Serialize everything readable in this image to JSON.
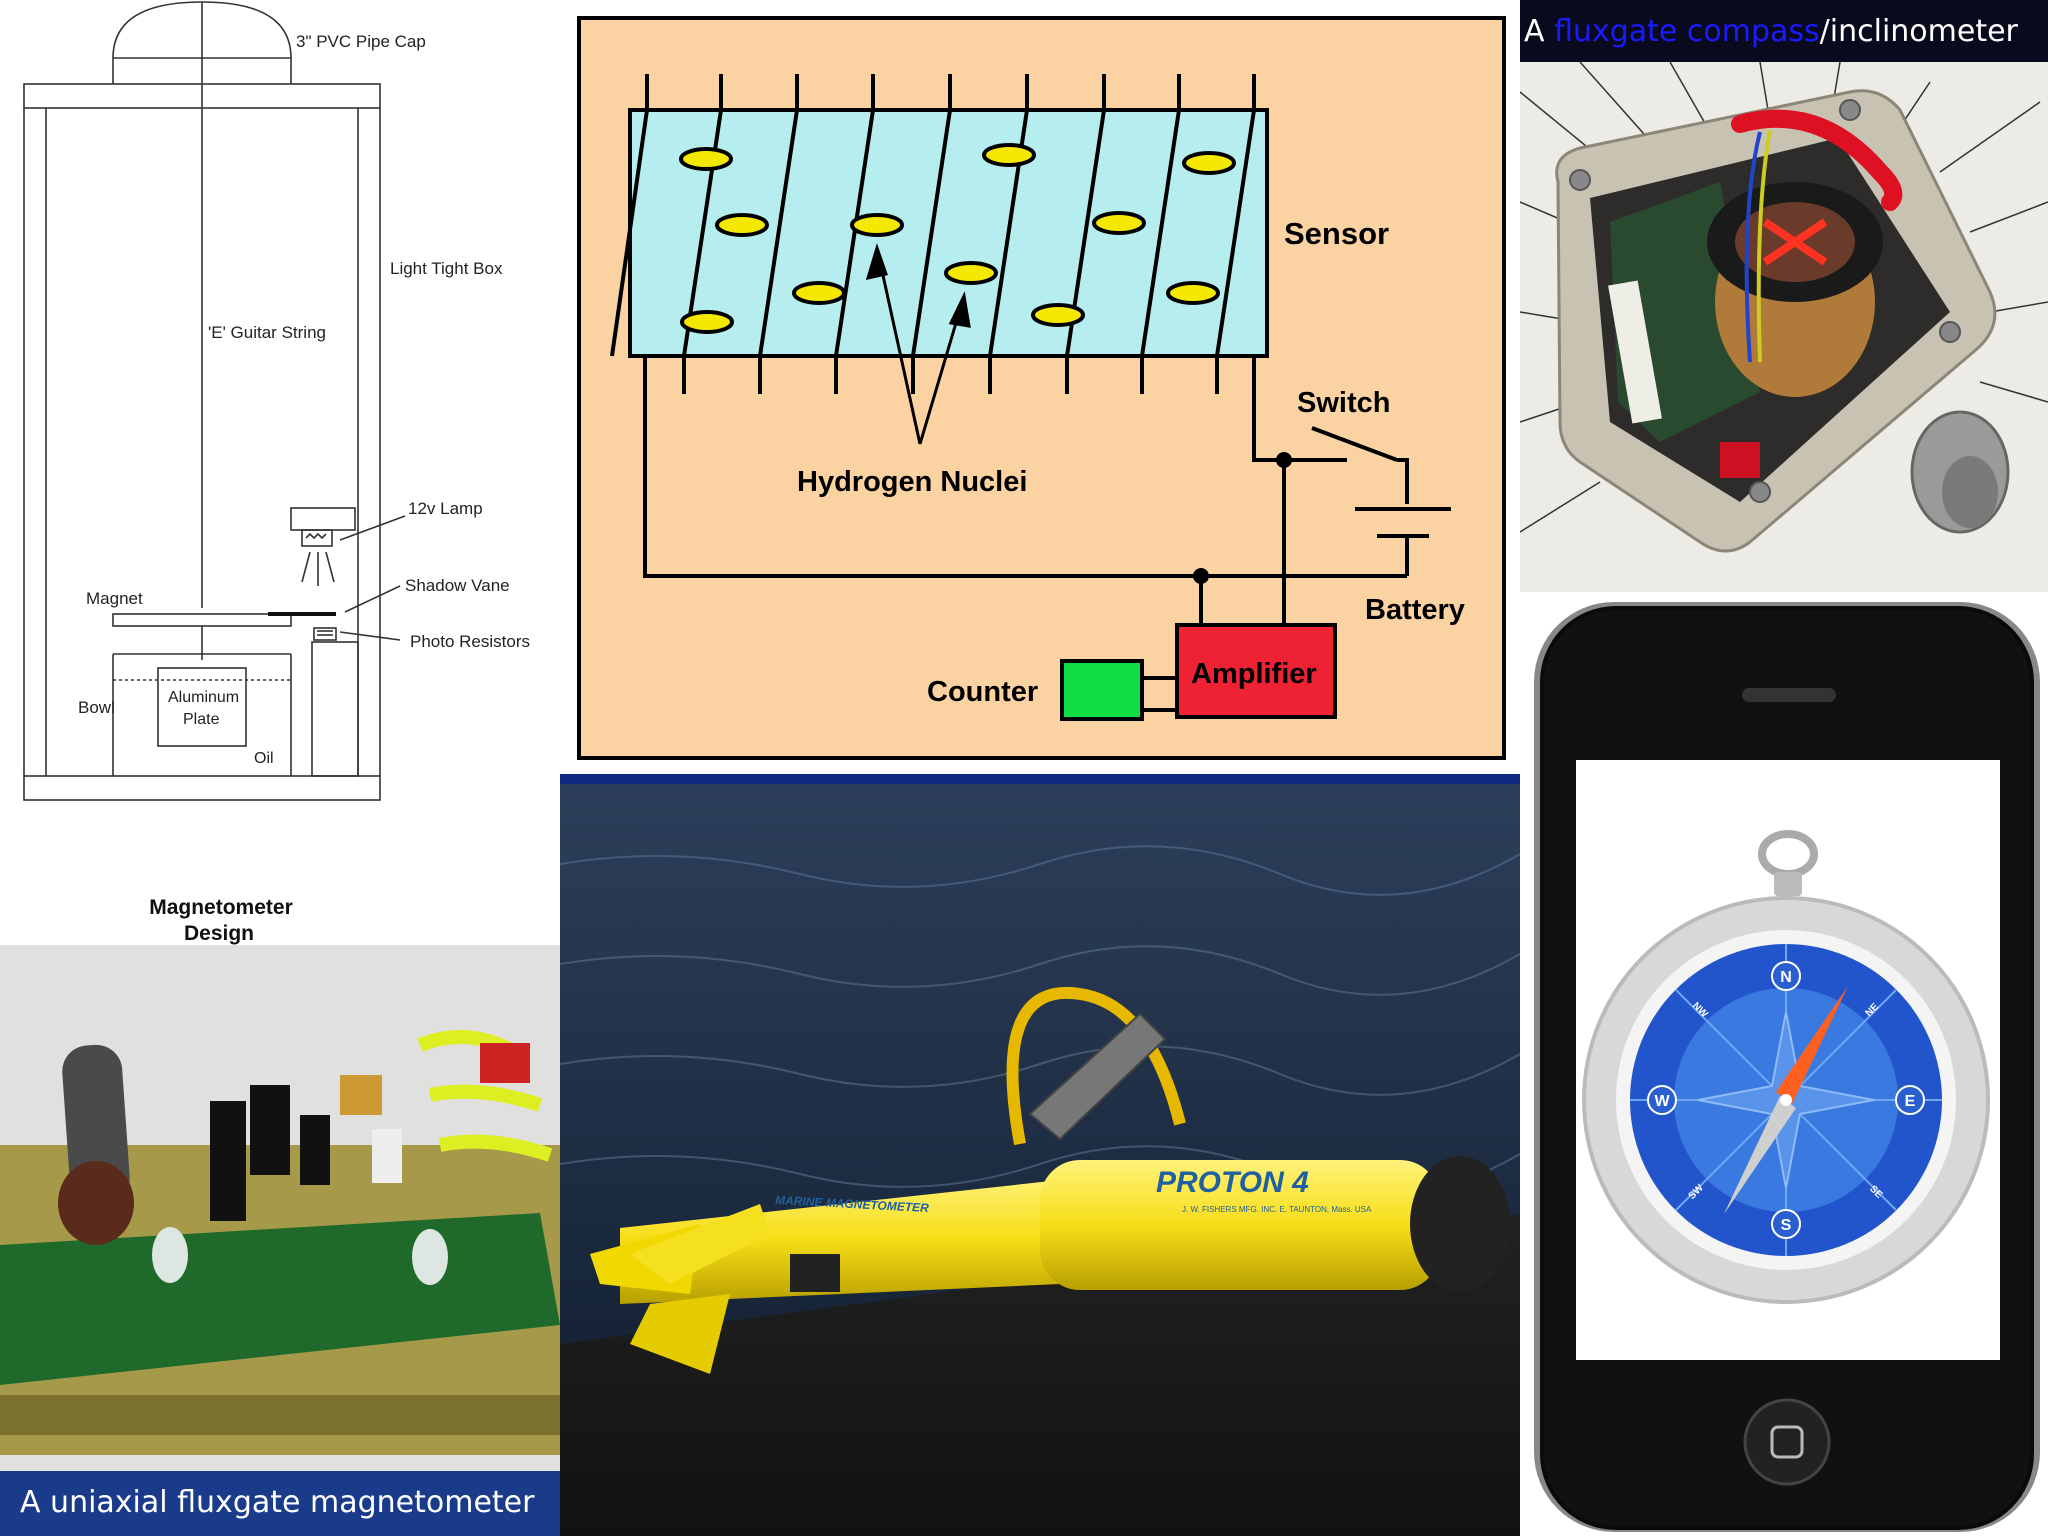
{
  "captions": {
    "compass_prefix": "A ",
    "compass_link": "fluxgate compass",
    "compass_suffix": "/inclinometer",
    "uniaxial": "A uniaxial fluxgate magnetometer"
  },
  "colors": {
    "link": "#1a1aff",
    "caption_bg_dark": "#0a0a1e",
    "caption_bg_blue": "#1a3a8a",
    "diagram_bg": "#fbd3a3",
    "sensor_fill": "#b6eef0",
    "nucleus": "#f5e800",
    "amplifier": "#ee2233",
    "counter": "#11dd44"
  },
  "magnetometer_design": {
    "labels": {
      "pipe_cap": "3\" PVC Pipe Cap",
      "light_tight_box": "Light Tight Box",
      "guitar_string": "'E' Guitar String",
      "lamp": "12v Lamp",
      "magnet": "Magnet",
      "shadow_vane": "Shadow Vane",
      "photo_resistors": "Photo Resistors",
      "bowl": "Bowl",
      "aluminum_1": "Aluminum",
      "aluminum_2": "Plate",
      "oil": "Oil"
    },
    "title_1": "Magnetometer",
    "title_2": "Design"
  },
  "proton_diagram": {
    "sensor": "Sensor",
    "switch": "Switch",
    "hydrogen_nuclei": "Hydrogen Nuclei",
    "battery": "Battery",
    "amplifier": "Amplifier",
    "counter": "Counter"
  },
  "marine_photo": {
    "brand": "PROTON 4",
    "subtitle": "J. W. FISHERS MFG. INC. E. TAUNTON, Mass. USA",
    "body_text": "MARINE MAGNETOMETER"
  },
  "compass_icon": {
    "north": "N",
    "south": "S",
    "east": "E",
    "west": "W",
    "nw": "NW",
    "ne": "NE",
    "sw": "SW",
    "se": "SE"
  }
}
